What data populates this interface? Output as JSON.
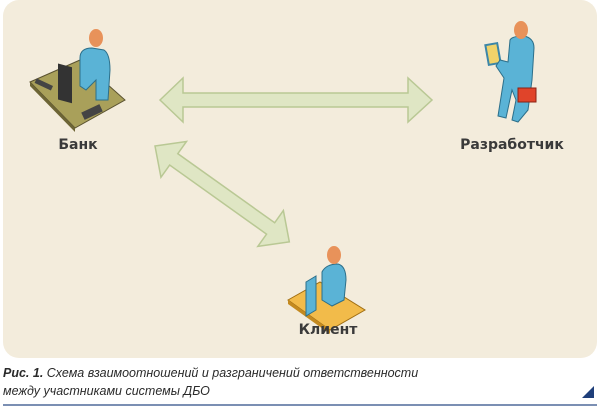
{
  "diagram": {
    "nodes": [
      {
        "id": "bank",
        "label": "Банк"
      },
      {
        "id": "developer",
        "label": "Разработчик"
      },
      {
        "id": "client",
        "label": "Клиент"
      }
    ],
    "edges": [
      {
        "from": "bank",
        "to": "developer",
        "type": "bidirectional"
      },
      {
        "from": "bank",
        "to": "client",
        "type": "bidirectional"
      }
    ],
    "colors": {
      "background": "#f3ecdc",
      "arrow_fill": "#dfe6c4",
      "arrow_stroke": "#b9c894",
      "person": "#5ab3d6",
      "head": "#e8925a"
    }
  },
  "caption": {
    "prefix": "Рис. 1.",
    "line1": " Схема взаимоотношений и разграничений ответственности",
    "line2": "между участниками системы ДБО"
  }
}
